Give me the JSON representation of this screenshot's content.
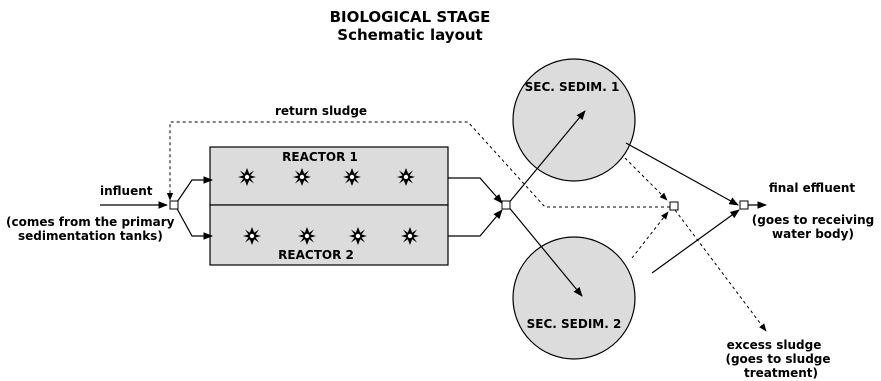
{
  "title_line1": "BIOLOGICAL STAGE",
  "title_line2": "Schematic layout",
  "influent": {
    "label": "influent",
    "note_line1": "(comes from the primary",
    "note_line2": "sedimentation tanks)"
  },
  "return_sludge": "return sludge",
  "reactor1": "REACTOR 1",
  "reactor2": "REACTOR 2",
  "sec_sedim1": "SEC. SEDIM. 1",
  "sec_sedim2": "SEC. SEDIM. 2",
  "final_effluent": {
    "label": "final effluent",
    "note_line1": "(goes to receiving",
    "note_line2": "water body)"
  },
  "excess_sludge": {
    "label": "excess sludge",
    "note_line1": "(goes to sludge",
    "note_line2": "treatment)"
  },
  "colors": {
    "fill": "#dcdcdc",
    "stroke": "#000000"
  },
  "icons": [
    "aerator-rotor-icon"
  ]
}
